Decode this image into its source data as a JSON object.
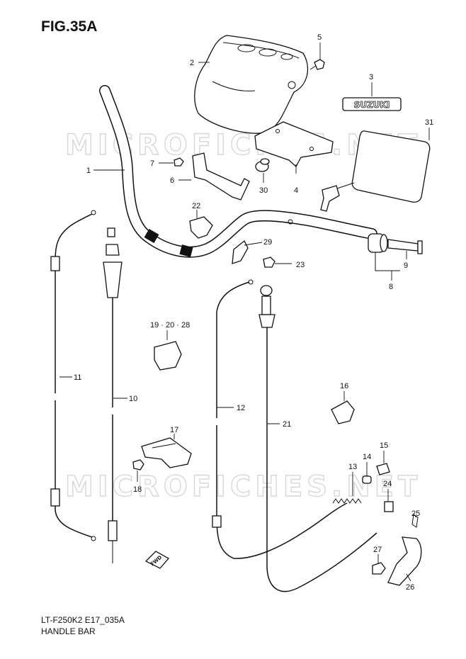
{
  "figure": {
    "title": "FIG.35A",
    "code": "LT-F250K2 E17_035A",
    "name": "HANDLE BAR"
  },
  "watermark": "MICROFICHES.NET",
  "brand_badge": "SUZUKI",
  "direction_arrow": "FWD",
  "callouts": [
    "1",
    "2",
    "3",
    "4",
    "5",
    "6",
    "7",
    "8",
    "9",
    "10",
    "11",
    "12",
    "13",
    "14",
    "15",
    "16",
    "17",
    "18",
    "19 · 20 · 28",
    "21",
    "22",
    "23",
    "24",
    "25",
    "26",
    "27",
    "29",
    "30",
    "31"
  ]
}
